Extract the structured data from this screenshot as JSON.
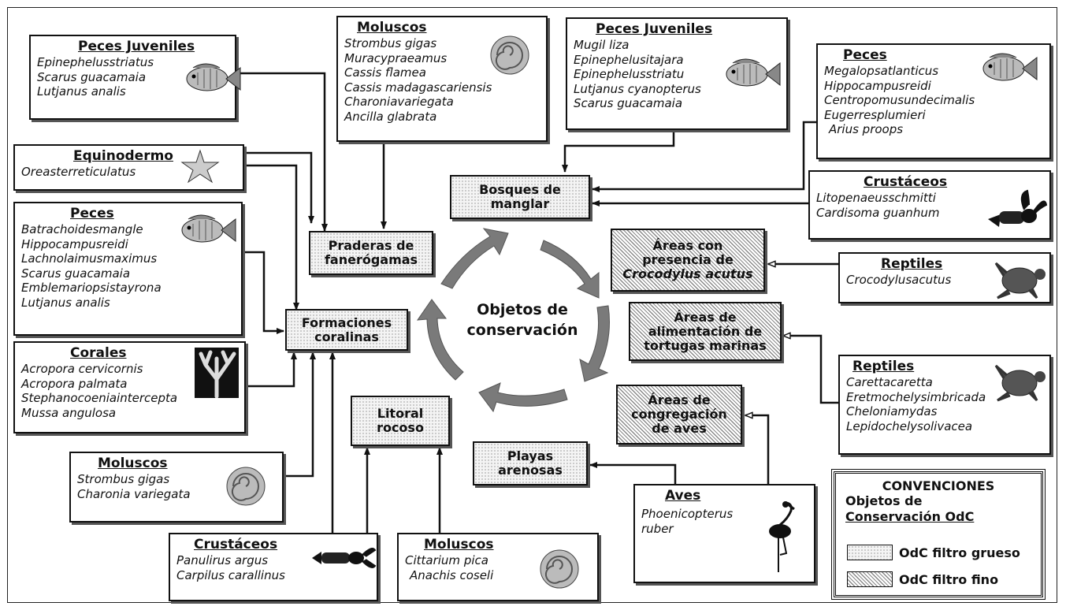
{
  "center": {
    "line1": "Objetos de",
    "line2": "conservación"
  },
  "odc": {
    "bosques": {
      "l1": "Bosques de",
      "l2": "manglar"
    },
    "praderas": {
      "l1": "Praderas de",
      "l2": "fanerógamas"
    },
    "formaciones": {
      "l1": "Formaciones",
      "l2": "coralinas"
    },
    "litoral": {
      "l1": "Litoral",
      "l2": "rocoso"
    },
    "playas": {
      "l1": "Playas",
      "l2": "arenosas"
    },
    "crocodylus": {
      "l1": "Áreas con",
      "l2": "presencia de",
      "l3": "Crocodylus acutus"
    },
    "tortugas": {
      "l1": "Áreas de",
      "l2": "alimentación de",
      "l3": "tortugas marinas"
    },
    "aves_areas": {
      "l1": "Áreas de",
      "l2": "congregación",
      "l3": "de aves"
    }
  },
  "groups": {
    "peces_juv_1": {
      "title": "Peces Juveniles",
      "species": [
        "Epinephelusstriatus",
        "Scarus guacamaia",
        "Lutjanus analis"
      ]
    },
    "equinodermo": {
      "title": "Equinodermo",
      "species": [
        "Oreasterreticulatus"
      ]
    },
    "peces_left": {
      "title": "Peces",
      "species": [
        "Batrachoidesmangle",
        "Hippocampusreidi",
        "Lachnolaimusmaximus",
        "Scarus guacamaia",
        "Emblemariopsistayrona",
        "Lutjanus analis"
      ]
    },
    "corales": {
      "title": "Corales",
      "species": [
        "Acropora cervicornis",
        "Acropora palmata",
        "Stephanocoeniaintercepta",
        "Mussa angulosa"
      ]
    },
    "moluscos_left": {
      "title": "Moluscos",
      "species": [
        "Strombus gigas",
        "Charonia variegata"
      ]
    },
    "crustaceos_bottom": {
      "title": "Crustáceos",
      "species": [
        "Panulirus argus",
        "Carpilus carallinus"
      ]
    },
    "moluscos_bottom": {
      "title": "Moluscos",
      "species": [
        "Cittarium pica",
        "Anachis coseli"
      ]
    },
    "moluscos_top": {
      "title": "Moluscos",
      "species": [
        "Strombus gigas",
        "Muracypraeamus",
        "Cassis flamea",
        "Cassis madagascariensis",
        "Charoniavariegata",
        "Ancilla glabrata"
      ]
    },
    "peces_juv_2": {
      "title": "Peces Juveniles",
      "species": [
        "Mugil liza",
        "Epinephelusitajara",
        "Epinephelusstriatu",
        "Lutjanus cyanopterus",
        "Scarus guacamaia"
      ]
    },
    "peces_right": {
      "title": "Peces",
      "species": [
        "Megalopsatlanticus",
        "Hippocampusreidi",
        "Centropomusundecimalis",
        "Eugerresplumieri",
        "Arius proops"
      ]
    },
    "crustaceos_right": {
      "title": "Crustáceos",
      "species": [
        "Litopenaeusschmitti",
        "Cardisoma guanhum"
      ]
    },
    "reptiles_1": {
      "title": "Reptiles",
      "species": [
        "Crocodylusacutus"
      ]
    },
    "reptiles_2": {
      "title": "Reptiles",
      "species": [
        "Carettacaretta",
        "Eretmochelysimbricada",
        "Cheloniamydas",
        "Lepidochelysolivacea"
      ]
    },
    "aves": {
      "title": "Aves",
      "species": [
        "Phoenicopterus",
        "ruber"
      ]
    }
  },
  "legend": {
    "title": "CONVENCIONES",
    "subtitle1": "Objetos de",
    "subtitle2": "Conservación OdC",
    "item1": "OdC filtro grueso",
    "item2": "OdC filtro fino"
  },
  "icons": [
    "fish-icon",
    "starfish-icon",
    "shell-icon",
    "coral-icon",
    "lobster-icon",
    "turtle-icon",
    "flamingo-icon"
  ]
}
